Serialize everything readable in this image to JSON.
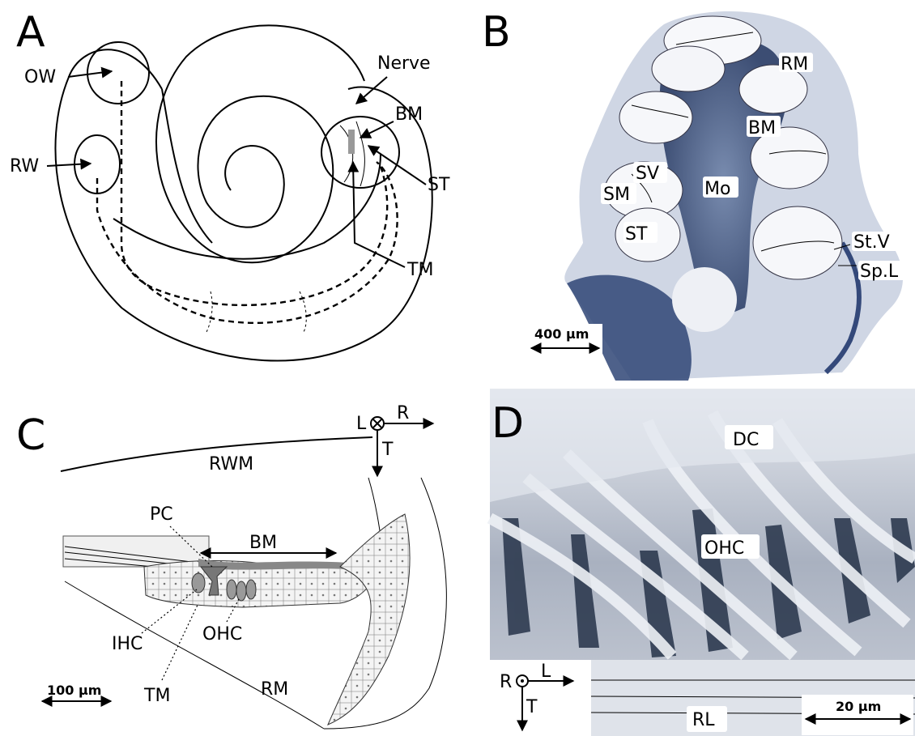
{
  "panels": {
    "A": {
      "letter": "A",
      "labels": {
        "ow": "OW",
        "rw": "RW",
        "nerve": "Nerve",
        "bm": "BM",
        "st": "ST",
        "tm": "TM"
      }
    },
    "B": {
      "letter": "B",
      "labels": {
        "rm": "RM",
        "bm": "BM",
        "sv": "SV",
        "sm": "SM",
        "mo": "Mo",
        "st": "ST",
        "stv": "St.V",
        "spl": "Sp.L"
      },
      "scalebar": "400 µm"
    },
    "C": {
      "letter": "C",
      "labels": {
        "rwm": "RWM",
        "pc": "PC",
        "bm": "BM",
        "ihc": "IHC",
        "ohc": "OHC",
        "tm": "TM",
        "rm": "RM"
      },
      "axes": {
        "l": "L",
        "r": "R",
        "t": "T"
      },
      "scalebar": "100 µm"
    },
    "D": {
      "letter": "D",
      "labels": {
        "dc": "DC",
        "ohc": "OHC",
        "rl": "RL"
      },
      "axes": {
        "r": "R",
        "l": "L",
        "t": "T"
      },
      "scalebar": "20 µm"
    }
  },
  "colors": {
    "stain": "#2b3f6b",
    "background": "#ffffff",
    "sem_gray": "#b9c0cc"
  }
}
